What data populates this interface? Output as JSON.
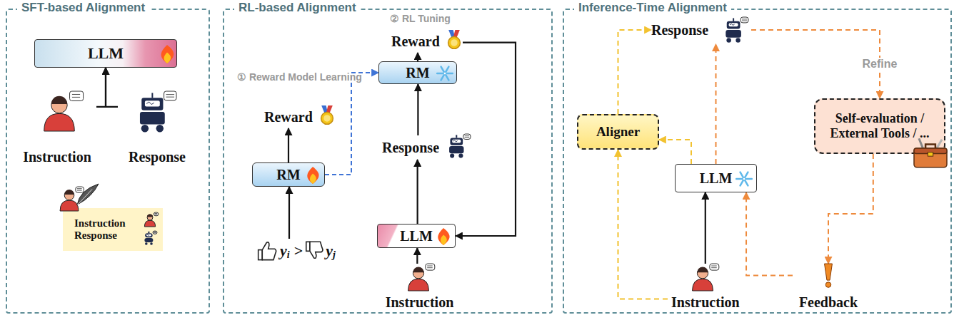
{
  "diagram": {
    "nodes": [
      {
        "text": [
          "SFT-based Alignment"
        ]
      },
      {
        "text": [
          "LLM"
        ],
        "in": 0
      },
      {
        "text": [
          "Instruction"
        ],
        "in": 0
      },
      {
        "text": [
          "Response"
        ],
        "in": 0
      },
      {
        "text": [
          "Instruction",
          "Response"
        ],
        "in": 0
      },
      {
        "text": [
          "RL-based Alignment"
        ]
      },
      {
        "text": [
          "Reward"
        ],
        "in": 5
      },
      {
        "text": [
          "RM"
        ],
        "in": 5
      },
      {
        "text": [
          "y",
          "i",
          ">",
          "y",
          "j"
        ],
        "in": 5
      },
      {
        "text": [
          "Reward"
        ],
        "in": 5
      },
      {
        "text": [
          "RM"
        ],
        "in": 5
      },
      {
        "text": [
          "Response"
        ],
        "in": 5
      },
      {
        "text": [
          "LLM"
        ],
        "in": 5
      },
      {
        "text": [
          "Instruction"
        ],
        "in": 5
      },
      {
        "text": [
          "Inference-Time Alignment"
        ]
      },
      {
        "text": [
          "Response"
        ],
        "in": 14
      },
      {
        "text": [
          "Aligner"
        ],
        "in": 14
      },
      {
        "text": [
          "Self-evaluation / External Tools / ..."
        ],
        "in": 14
      },
      {
        "text": [
          "LLM"
        ],
        "in": 14
      },
      {
        "text": [
          "Instruction"
        ],
        "in": 14
      },
      {
        "text": [
          "Feedback"
        ],
        "in": 14
      }
    ],
    "edges": [
      {
        "from": 2,
        "to": 1,
        "arrow": "to"
      },
      {
        "from": 3,
        "to": 1,
        "arrow": "to"
      },
      {
        "from": 8,
        "to": 7,
        "arrow": "to"
      },
      {
        "from": 7,
        "to": 6,
        "arrow": "to"
      },
      {
        "from": 7,
        "to": 10,
        "arrow": "to"
      },
      {
        "from": 13,
        "to": 12,
        "arrow": "to"
      },
      {
        "from": 12,
        "to": 11,
        "arrow": "to"
      },
      {
        "from": 11,
        "to": 10,
        "arrow": "to"
      },
      {
        "from": 10,
        "to": 9,
        "arrow": "to"
      },
      {
        "from": 9,
        "to": 12,
        "arrow": "to"
      },
      {
        "from": 19,
        "to": 18,
        "arrow": "to"
      },
      {
        "from": 19,
        "to": 16,
        "arrow": "to"
      },
      {
        "from": 18,
        "to": 16,
        "arrow": "to"
      },
      {
        "from": 16,
        "to": 15,
        "arrow": "to"
      },
      {
        "from": 18,
        "to": 15,
        "arrow": "to"
      },
      {
        "from": 15,
        "to": 17,
        "label": "Refine",
        "arrow": "to"
      },
      {
        "from": 17,
        "to": 20,
        "arrow": "to"
      },
      {
        "from": 20,
        "to": 18,
        "arrow": "to"
      }
    ],
    "labels": [
      "① Reward Model Learning",
      "② RL Tuning"
    ]
  }
}
